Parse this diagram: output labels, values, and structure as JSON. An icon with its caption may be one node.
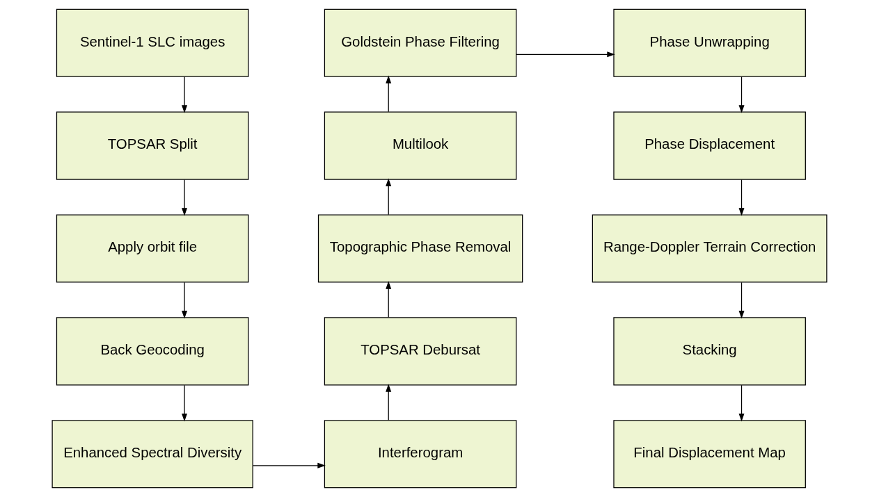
{
  "diagram": {
    "nodes": [
      {
        "text": [
          "Sentinel-1 SLC images"
        ]
      },
      {
        "text": [
          "TOPSAR Split"
        ]
      },
      {
        "text": [
          "Apply orbit file"
        ]
      },
      {
        "text": [
          "Back Geocoding"
        ]
      },
      {
        "text": [
          "Enhanced Spectral Diversity"
        ]
      },
      {
        "text": [
          "Interferogram"
        ]
      },
      {
        "text": [
          "TOPSAR Debursat"
        ]
      },
      {
        "text": [
          "Topographic Phase Removal"
        ]
      },
      {
        "text": [
          "Multilook"
        ]
      },
      {
        "text": [
          "Goldstein Phase Filtering"
        ]
      },
      {
        "text": [
          "Phase Unwrapping"
        ]
      },
      {
        "text": [
          "Phase Displacement"
        ]
      },
      {
        "text": [
          "Range-Doppler Terrain Correction"
        ]
      },
      {
        "text": [
          "Stacking"
        ]
      },
      {
        "text": [
          "Final Displacement Map"
        ]
      }
    ],
    "edges": [
      {
        "from": 0,
        "to": 1,
        "arrow": "to"
      },
      {
        "from": 1,
        "to": 2,
        "arrow": "to"
      },
      {
        "from": 2,
        "to": 3,
        "arrow": "to"
      },
      {
        "from": 3,
        "to": 4,
        "arrow": "to"
      },
      {
        "from": 4,
        "to": 5,
        "arrow": "to"
      },
      {
        "from": 5,
        "to": 6,
        "arrow": "to"
      },
      {
        "from": 6,
        "to": 7,
        "arrow": "to"
      },
      {
        "from": 7,
        "to": 8,
        "arrow": "to"
      },
      {
        "from": 8,
        "to": 9,
        "arrow": "to"
      },
      {
        "from": 9,
        "to": 10,
        "arrow": "to"
      },
      {
        "from": 10,
        "to": 11,
        "arrow": "to"
      },
      {
        "from": 11,
        "to": 12,
        "arrow": "to"
      },
      {
        "from": 12,
        "to": 13,
        "arrow": "to"
      },
      {
        "from": 13,
        "to": 14,
        "arrow": "to"
      }
    ]
  }
}
